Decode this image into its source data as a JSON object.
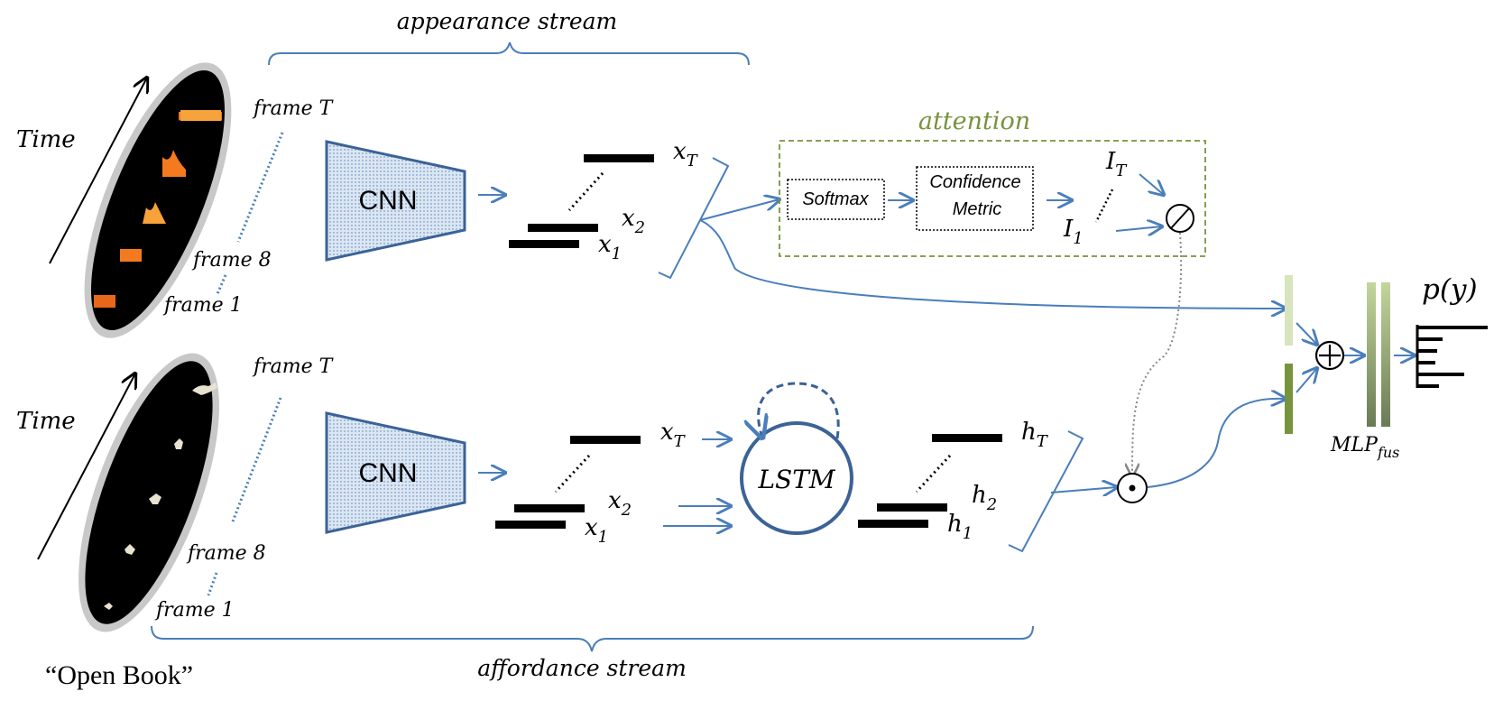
{
  "labels": {
    "appearance_stream": "appearance stream",
    "affordance_stream": "affordance stream",
    "time_top": "Time",
    "time_bottom": "Time",
    "frame_T_top": "frame T",
    "frame_8_top": "frame 8",
    "frame_1_top": "frame 1",
    "frame_T_bottom": "frame T",
    "frame_8_bottom": "frame 8",
    "frame_1_bottom": "frame 1",
    "cnn_top": "CNN",
    "cnn_bottom": "CNN",
    "x_T_top": "x",
    "x_T_top_sub": "T",
    "x_2_top": "x",
    "x_2_top_sub": "2",
    "x_1_top": "x",
    "x_1_top_sub": "1",
    "x_T_bottom": "x",
    "x_T_bottom_sub": "T",
    "x_2_bottom": "x",
    "x_2_bottom_sub": "2",
    "x_1_bottom": "x",
    "x_1_bottom_sub": "1",
    "attention": "attention",
    "softmax": "Softmax",
    "confidence_line1": "Confidence",
    "confidence_line2": "Metric",
    "I_T": "I",
    "I_T_sub": "T",
    "I_1": "I",
    "I_1_sub": "1",
    "lstm": "LSTM",
    "h_T": "h",
    "h_T_sub": "T",
    "h_2": "h",
    "h_2_sub": "2",
    "h_1": "h",
    "h_1_sub": "1",
    "mlp": "MLP",
    "mlp_sub": "fus",
    "p_y": "p(y)",
    "open_book": "“Open Book”"
  },
  "colors": {
    "arrow_blue": "#4a7ebb",
    "cnn_fill": "#dce6f2",
    "attention_green": "#77933c",
    "feature_light_green": "#d7e4bd",
    "feature_dark_green": "#77933c",
    "fire_orange": "#f47a1f",
    "hand_white": "#e8e2d0"
  },
  "icons": {
    "division": "division-symbol",
    "hadamard": "hadamard-product-symbol",
    "sum": "circled-plus-symbol"
  }
}
